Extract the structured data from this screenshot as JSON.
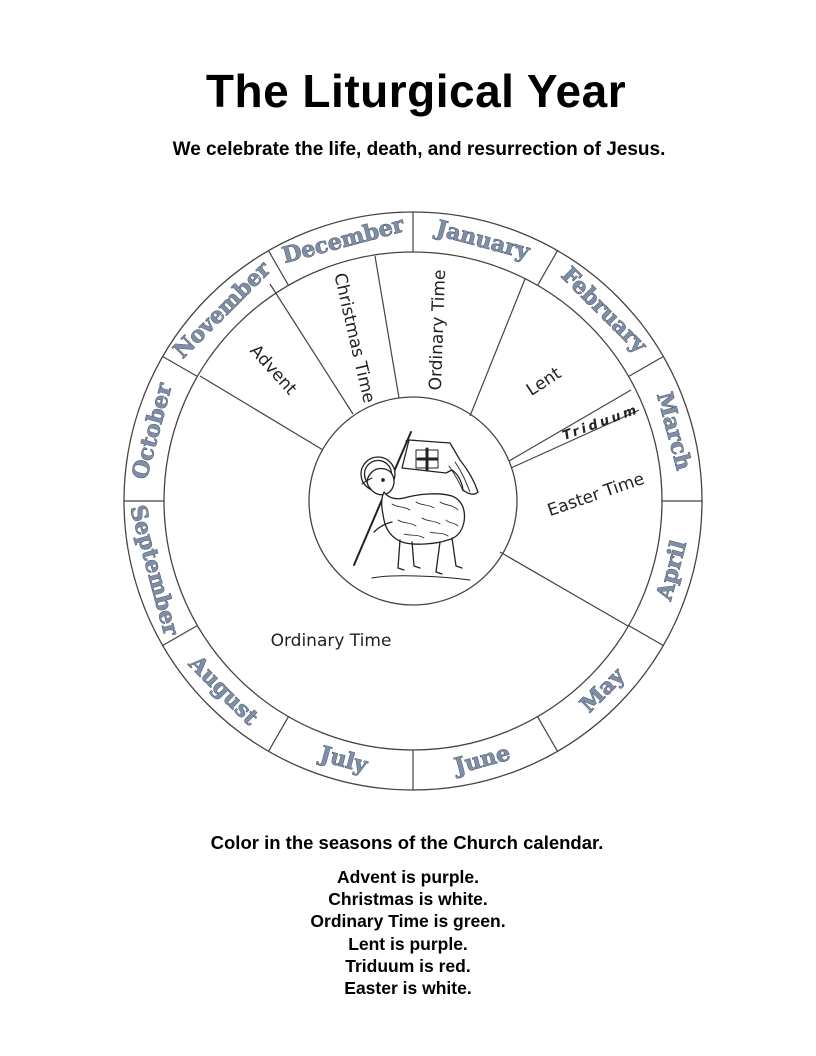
{
  "header": {
    "title": "The Liturgical Year",
    "subtitle": "We celebrate the life, death, and resurrection of Jesus."
  },
  "wheel": {
    "months": [
      "January",
      "February",
      "March",
      "April",
      "May",
      "June",
      "July",
      "August",
      "September",
      "October",
      "November",
      "December"
    ],
    "seasons": {
      "advent": "Advent",
      "christmas": "Christmas Time",
      "ordinary_winter": "Ordinary Time",
      "lent": "Lent",
      "triduum": "Triduum",
      "easter": "Easter Time",
      "ordinary_summer": "Ordinary Time"
    },
    "center_image": "lamb-of-god-with-banner"
  },
  "footer": {
    "instruction": "Color in the seasons of the Church calendar.",
    "rules": [
      "Advent is purple.",
      "Christmas is white.",
      "Ordinary Time is green.",
      "Lent is purple.",
      "Triduum is red.",
      "Easter is white."
    ]
  }
}
